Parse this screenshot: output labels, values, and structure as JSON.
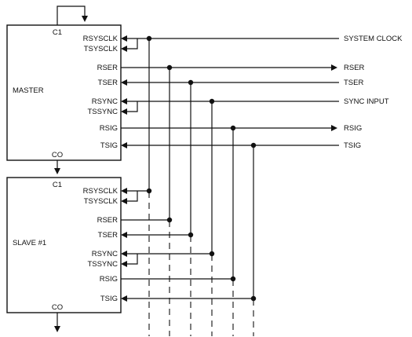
{
  "master": {
    "name": "MASTER",
    "pins": {
      "c1": "C1",
      "rsysclk": "RSYSCLK",
      "tsysclk": "TSYSCLK",
      "rser": "RSER",
      "tser": "TSER",
      "rsync": "RSYNC",
      "tssync": "TSSYNC",
      "rsig": "RSIG",
      "tsig": "TSIG",
      "co": "CO"
    }
  },
  "slave1": {
    "name": "SLAVE #1",
    "pins": {
      "c1": "C1",
      "rsysclk": "RSYSCLK",
      "tsysclk": "TSYSCLK",
      "rser": "RSER",
      "tser": "TSER",
      "rsync": "RSYNC",
      "tssync": "TSSYNC",
      "rsig": "RSIG",
      "tsig": "TSIG",
      "co": "CO"
    }
  },
  "signals": {
    "system_clock": "SYSTEM CLOCK",
    "rser": "RSER",
    "tser": "TSER",
    "sync_input": "SYNC INPUT",
    "rsig": "RSIG",
    "tsig": "TSIG"
  }
}
